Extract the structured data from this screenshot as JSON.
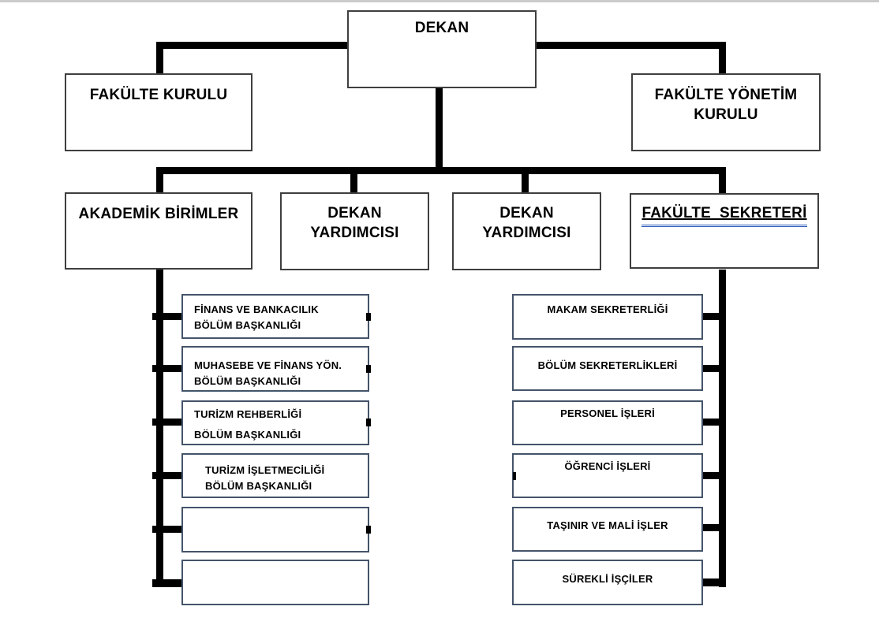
{
  "chart": {
    "dekan": "DEKAN",
    "fakulte_kurulu": "FAKÜLTE KURULU",
    "fakulte_yonetim_kurulu": "FAKÜLTE YÖNETİM KURULU",
    "akademik_birimler": "AKADEMİK BİRİMLER",
    "dekan_yardimcisi_1": "DEKAN YARDIMCISI",
    "dekan_yardimcisi_2": "DEKAN YARDIMCISI",
    "fakulte_sekreteri": "FAKÜLTE  SEKRETERİ",
    "academic_units": [
      {
        "line1": "FİNANS VE BANKACILIK",
        "line2": "BÖLÜM BAŞKANLIĞI"
      },
      {
        "line1": "MUHASEBE VE FİNANS YÖN.",
        "line2": "BÖLÜM BAŞKANLIĞI"
      },
      {
        "line1": "TURİZM REHBERLİĞİ",
        "line2": "BÖLÜM BAŞKANLIĞI"
      },
      {
        "line1": "TURİZM İŞLETMECİLİĞİ",
        "line2": "BÖLÜM BAŞKANLIĞI"
      },
      {
        "line1": "",
        "line2": ""
      },
      {
        "line1": "",
        "line2": ""
      }
    ],
    "secretary_units": [
      {
        "label": "MAKAM SEKRETERLİĞİ"
      },
      {
        "label": "BÖLÜM SEKRETERLİKLERİ"
      },
      {
        "label": "PERSONEL İŞLERİ"
      },
      {
        "label": "ÖĞRENCİ İŞLERİ"
      },
      {
        "label": "TAŞINIR VE MALİ İŞLER"
      },
      {
        "label": "SÜREKLİ İŞÇİLER"
      }
    ],
    "colors": {
      "connector": "#000000",
      "big_box_border": "#3f3f3f",
      "sub_box_border": "#44546a",
      "secretary_underline": "#2e5cb8",
      "top_edge_strip": "#cbcbcb"
    }
  }
}
